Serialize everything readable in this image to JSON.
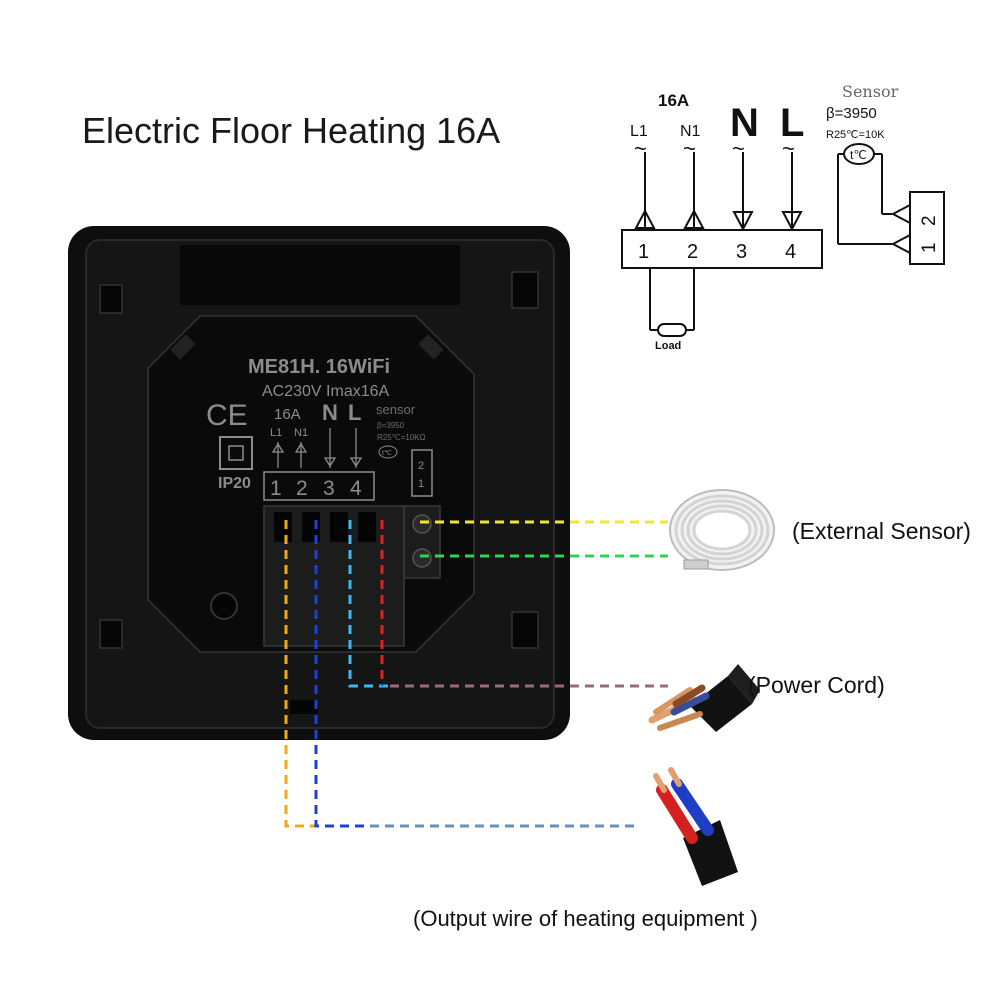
{
  "title": "Electric Floor Heating 16A",
  "device": {
    "model": "ME81H. 16WiFi",
    "rating": "AC230V  Imax16A",
    "ce_mark": "CE",
    "ip_rating": "IP20",
    "terminal_current": "16A",
    "terminal_labels": [
      "L1",
      "N1"
    ],
    "neutral_glyph": "N",
    "live_glyph": "L",
    "sensor_text": "sensor",
    "sensor_beta": "β=3950",
    "sensor_r25": "R25℃=10KΩ",
    "sensor_icon_text": "t℃",
    "sensor_pins": [
      "1",
      "2"
    ],
    "terminal_numbers": [
      "1",
      "2",
      "3",
      "4"
    ]
  },
  "schematic": {
    "current": "16A",
    "wire_labels": [
      "L1",
      "N1"
    ],
    "neutral": "N",
    "live": "L",
    "tilde": "~",
    "terminals": [
      "1",
      "2",
      "3",
      "4"
    ],
    "load_label": "Load",
    "sensor_title": "Sensor",
    "sensor_beta": "β=3950",
    "sensor_r25": "R25℃=10K",
    "sensor_icon_text": "t℃",
    "sensor_terminals": [
      "1",
      "2"
    ]
  },
  "callouts": {
    "external_sensor": "(External Sensor)",
    "power_cord": "(Power Cord)",
    "output_wire": "(Output wire of heating equipment )"
  },
  "colors": {
    "background": "#ffffff",
    "device_body": "#111111",
    "device_text": "#8c8c8c",
    "wire_yellow": "#f2e53a",
    "wire_green": "#2fd64a",
    "wire_orange": "#f0a81a",
    "wire_blue": "#1f3fd6",
    "wire_light_blue": "#3fb8f2",
    "wire_red": "#e02020",
    "power_cord_link": "#9a6a7c",
    "output_link": "#6890b8"
  }
}
